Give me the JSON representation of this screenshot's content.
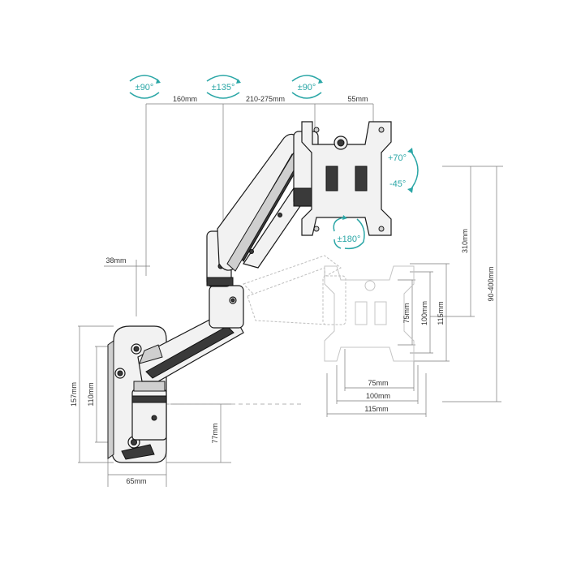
{
  "rotations": {
    "base_swivel": "±90°",
    "elbow_swivel": "±135°",
    "head_swivel": "±90°",
    "tilt_up": "+70°",
    "tilt_down": "-45°",
    "rotate": "±180°"
  },
  "dimensions": {
    "arm_segment_1": "160mm",
    "arm_segment_2": "210-275mm",
    "head_offset": "55mm",
    "wall_offset": "38mm",
    "plate_height": "157mm",
    "plate_holes": "110mm",
    "plate_width": "65mm",
    "base_height": "77mm",
    "tilt_height": "310mm",
    "height_range": "90-400mm",
    "vesa_75_v": "75mm",
    "vesa_100_v": "100mm",
    "vesa_115_v": "115mm",
    "vesa_75_h": "75mm",
    "vesa_100_h": "100mm",
    "vesa_115_h": "115mm"
  },
  "colors": {
    "accent": "#2aa6a6",
    "line": "#1a1a1a",
    "dim_line": "#7a7a7a"
  }
}
